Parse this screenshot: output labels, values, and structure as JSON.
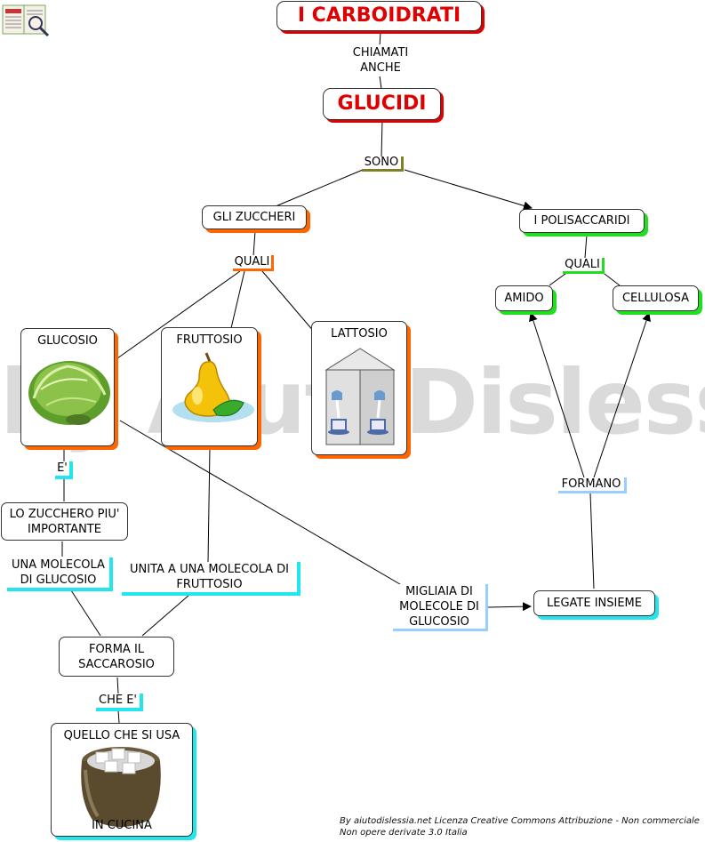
{
  "title": "I CARBOIDRATI",
  "subtitle": "GLUCIDI",
  "watermark": "by AiutoDislessia.net",
  "credits": {
    "line1": "By aiutodislessia.net Licenza Creative Commons Attribuzione - Non commerciale",
    "line2": "Non opere derivate 3.0 Italia"
  },
  "links": {
    "chiamati_anche": "CHIAMATI ANCHE",
    "sono": "SONO",
    "quali_zuccheri": "QUALI",
    "quali_polisaccaridi": "QUALI",
    "e": "E'",
    "una_molecola": "UNA MOLECOLA DI GLUCOSIO",
    "unita_fruttosio": "UNITA A UNA MOLECOLA DI FRUTTOSIO",
    "che_e": "CHE E'",
    "formano": "FORMANO",
    "migliaia": "MIGLIAIA DI MOLECOLE DI GLUCOSIO"
  },
  "nodes": {
    "zuccheri": "GLI ZUCCHERI",
    "polisaccaridi": "I POLISACCARIDI",
    "amido": "AMIDO",
    "cellulosa": "CELLULOSA",
    "glucosio": "GLUCOSIO",
    "fruttosio": "FRUTTOSIO",
    "lattosio": "LATTOSIO",
    "zucchero_importante": "LO ZUCCHERO PIU' IMPORTANTE",
    "saccarosio": "FORMA IL SACCAROSIO",
    "cucina_top": "QUELLO CHE SI USA",
    "cucina_bottom": "IN CUCINA",
    "legate": "LEGATE INSIEME"
  },
  "icons": [
    "book-icon",
    "lettuce-icon",
    "pear-icon",
    "milk-carton-icon",
    "sugar-bowl-icon"
  ],
  "colors": {
    "title": "#e00000",
    "orange": "#ff6600",
    "green": "#22dd22",
    "cyan": "#22e6ee",
    "light_blue": "#99ccff",
    "olive": "#808020"
  }
}
